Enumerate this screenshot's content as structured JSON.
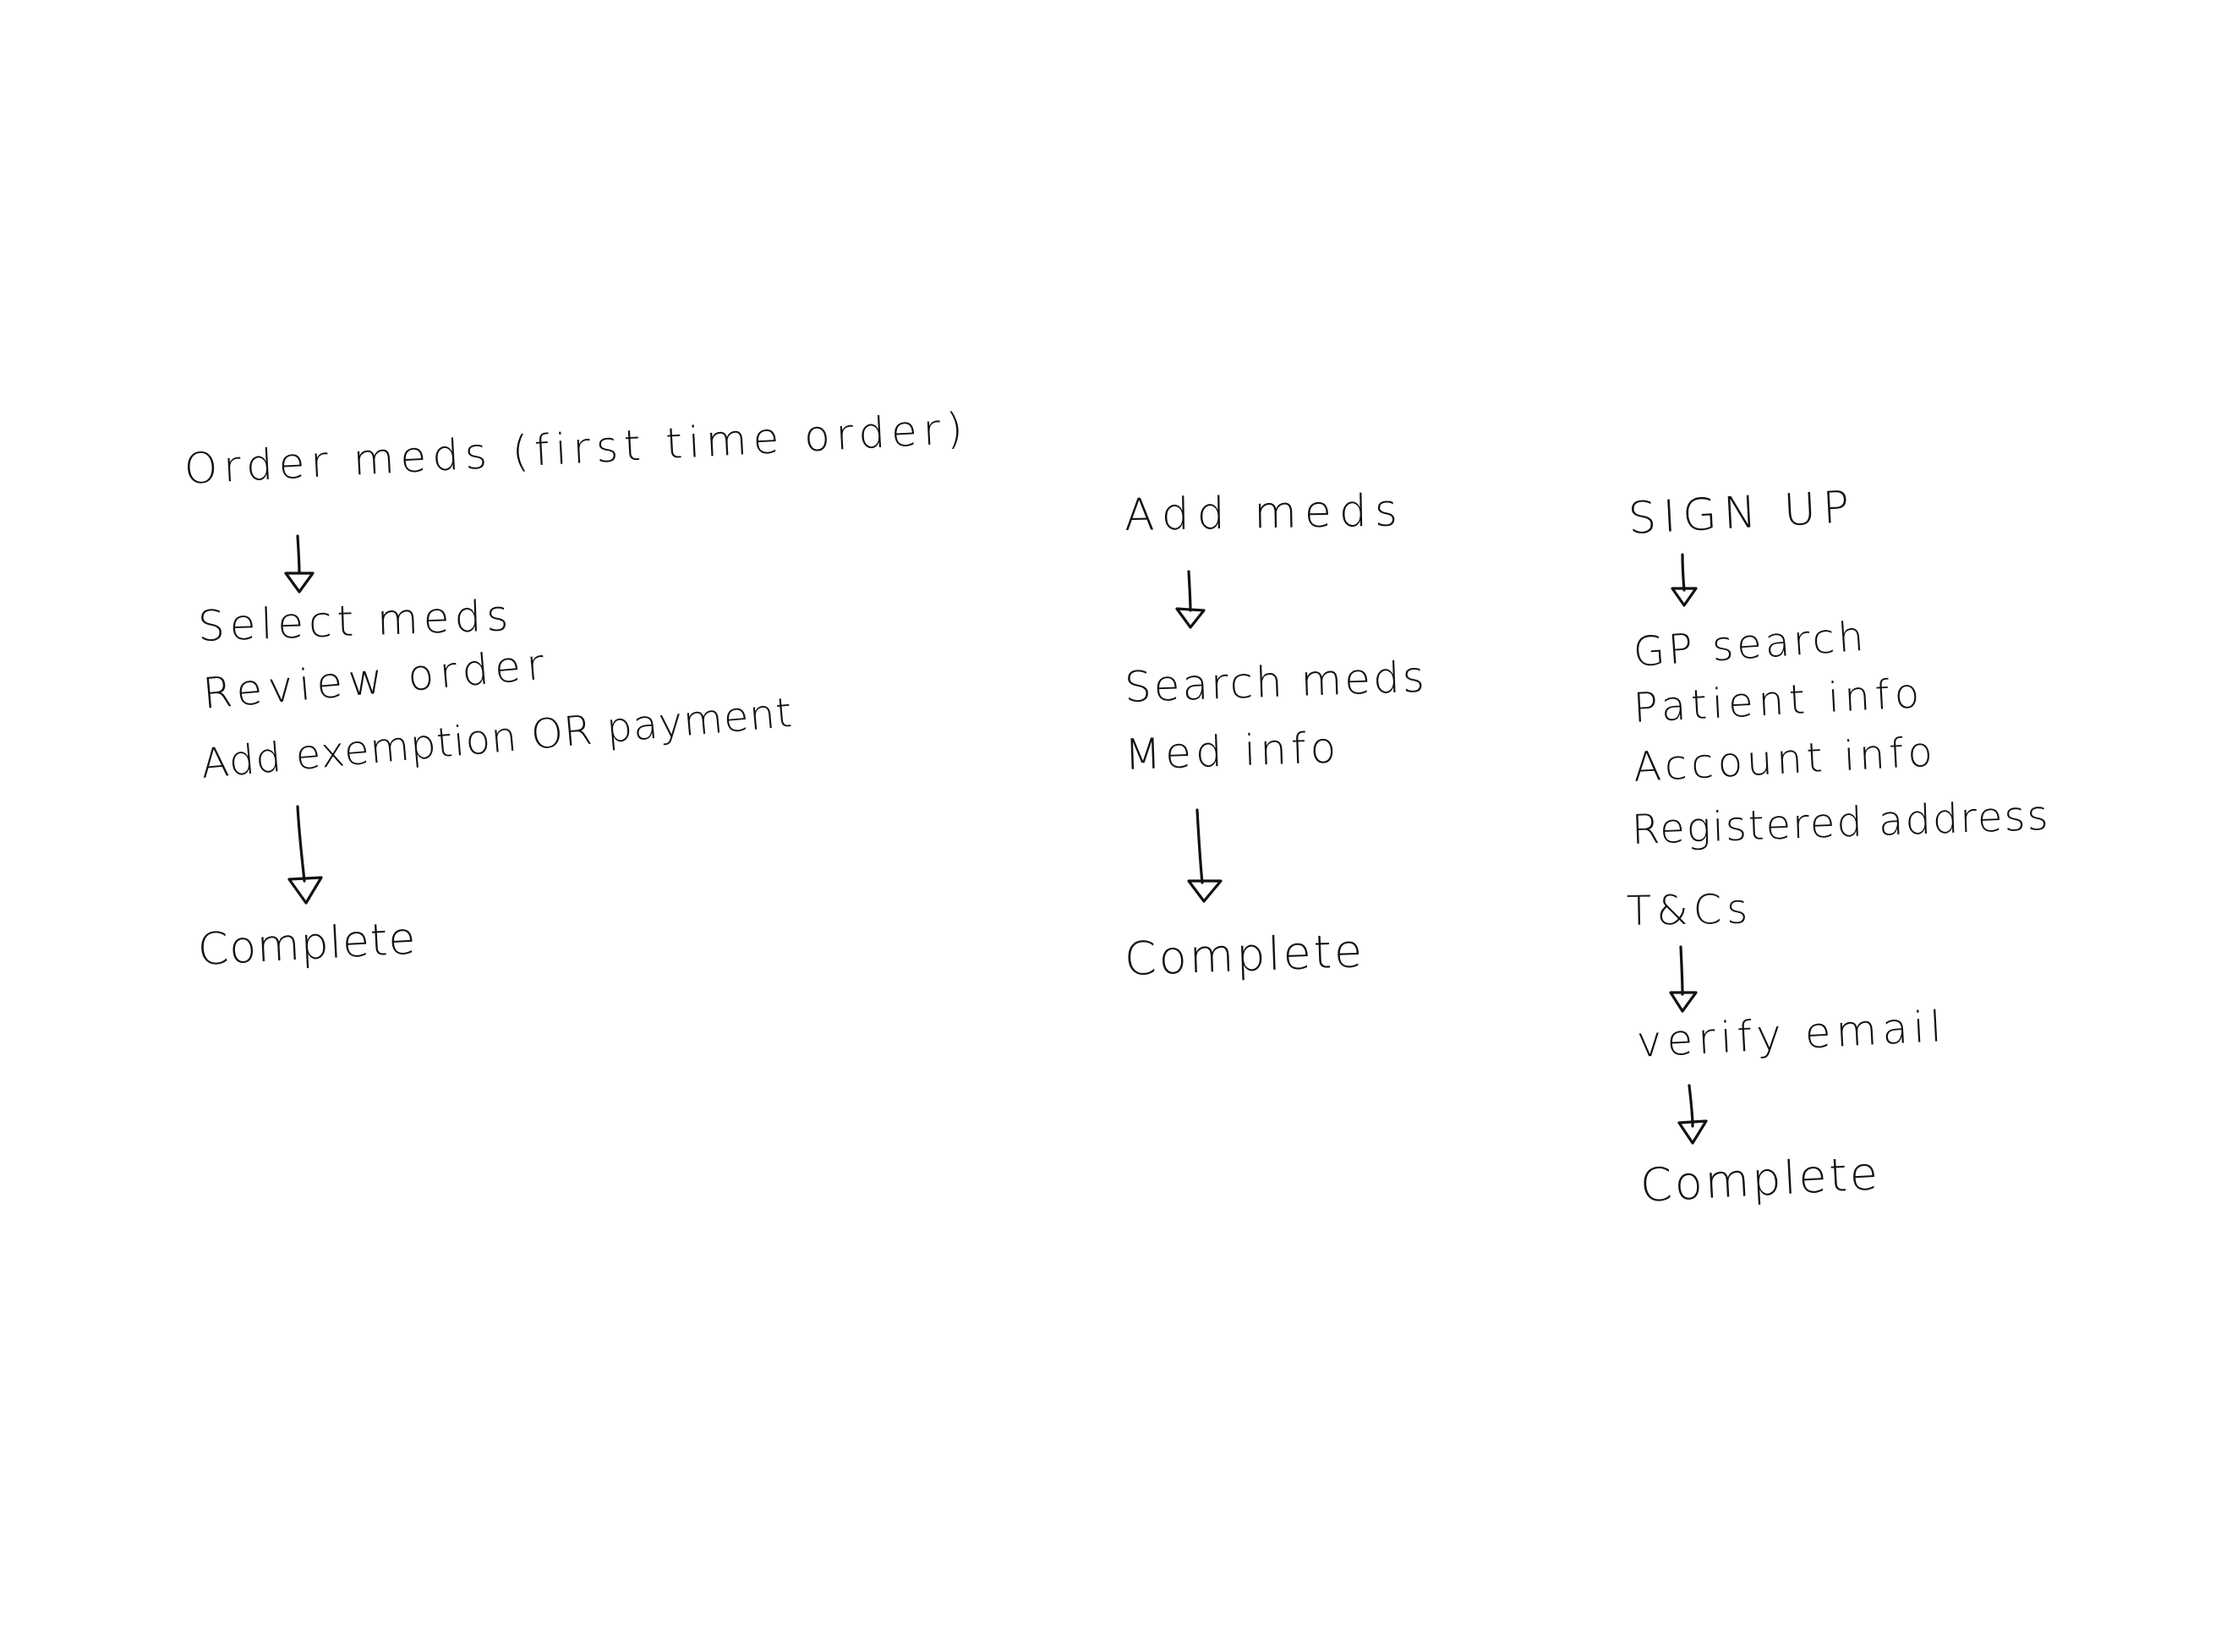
{
  "flows": [
    {
      "title": "Order meds (first time order)",
      "steps": [
        "Select meds",
        "Review order",
        "Add exemption OR payment"
      ],
      "end": "Complete"
    },
    {
      "title": "Add meds",
      "steps": [
        "Search meds",
        "Med info"
      ],
      "end": "Complete"
    },
    {
      "title": "SIGN UP",
      "steps": [
        "GP search",
        "Patient info",
        "Account info",
        "Registered address",
        "T&Cs"
      ],
      "middle": "verify email",
      "end": "Complete"
    }
  ],
  "style": {
    "ink_color": "#111111",
    "background": "#ffffff"
  }
}
